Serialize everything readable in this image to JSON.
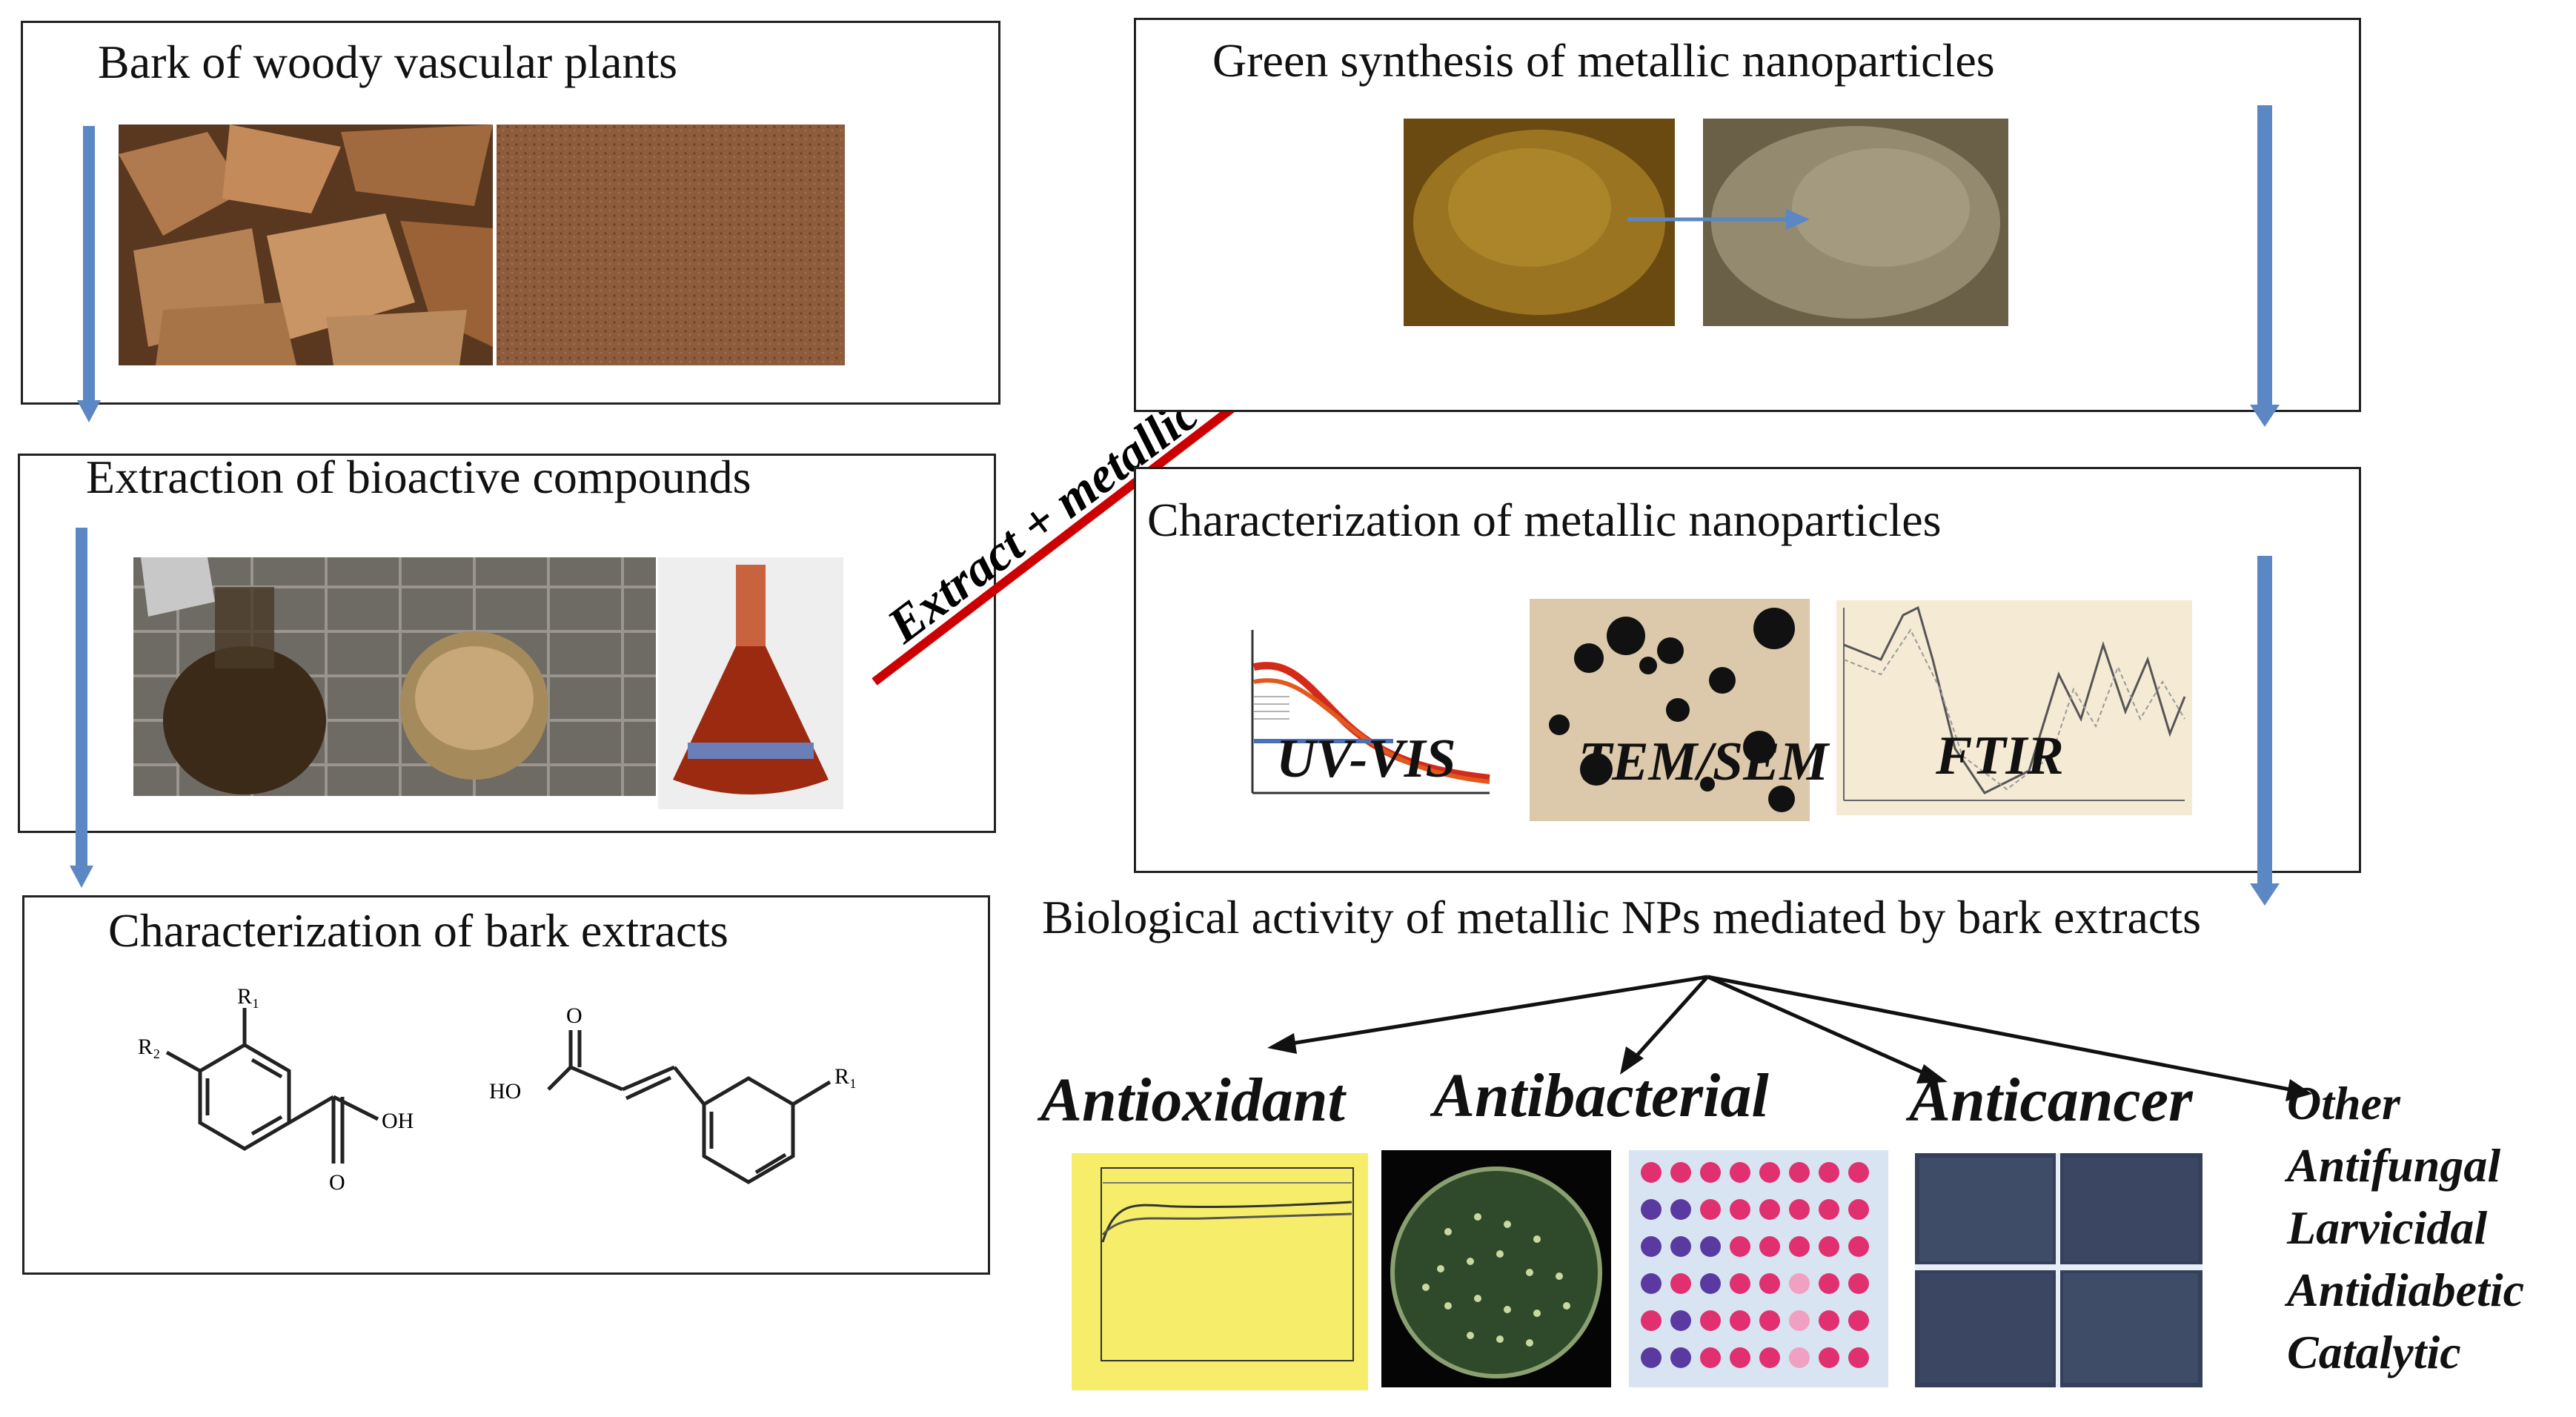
{
  "boxes": {
    "bark": {
      "title": "Bark of woody vascular plants"
    },
    "extraction": {
      "title": "Extraction of bioactive compounds"
    },
    "characterization_extracts": {
      "title": "Characterization of bark extracts"
    },
    "green_synthesis": {
      "title": "Green synthesis of metallic nanoparticles"
    },
    "characterization_np": {
      "title": "Characterization of metallic nanoparticles",
      "labels": {
        "uvvis": "UV-VIS",
        "tem": "TEM/SEM",
        "ftir": "FTIR"
      }
    }
  },
  "arrow_label": "Extract + metallic salt",
  "biological": {
    "title": "Biological activity of metallic NPs mediated by bark extracts",
    "activities": [
      "Antioxidant",
      "Antibacterial",
      "Anticancer"
    ],
    "other_title": "Other",
    "other_items": [
      "Antifungal",
      "Larvicidal",
      "Antidiabetic",
      "Catalytic"
    ]
  },
  "chem": {
    "acid1": {
      "r1": "R₁",
      "r2": "R₂",
      "oh": "OH",
      "o": "O"
    },
    "acid2": {
      "r1": "R₁",
      "ho": "HO",
      "o": "O"
    }
  },
  "colors": {
    "arrow_blue": "#5b87c4",
    "arrow_red": "#cc0000",
    "bark_brown": "#8a5a34",
    "extract_red": "#9c2a10",
    "chart_yellow": "#f7ef6a",
    "plate_green": "#2f4a2a"
  }
}
